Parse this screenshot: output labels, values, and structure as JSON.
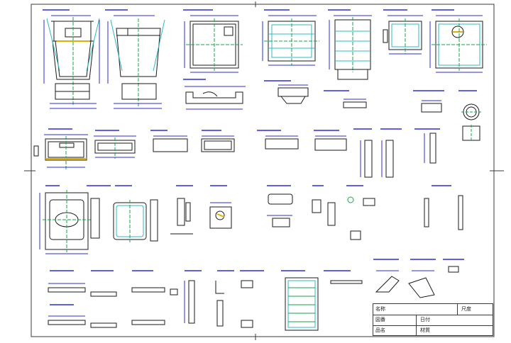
{
  "sheet": {
    "colors": {
      "ink": "#1a1a1a",
      "frame": "#3a3a3a",
      "dimension": "#2b2bd6",
      "center": "#1aa34a",
      "hidden": "#2bb8c8",
      "accent": "#e0b000"
    }
  },
  "title_block": {
    "rows": [
      {
        "left_label": "名称",
        "right_label": "尺度"
      },
      {
        "left_label": "図番",
        "right_label": "日付"
      },
      {
        "left_label": "品名",
        "right_label": "材質"
      }
    ]
  }
}
